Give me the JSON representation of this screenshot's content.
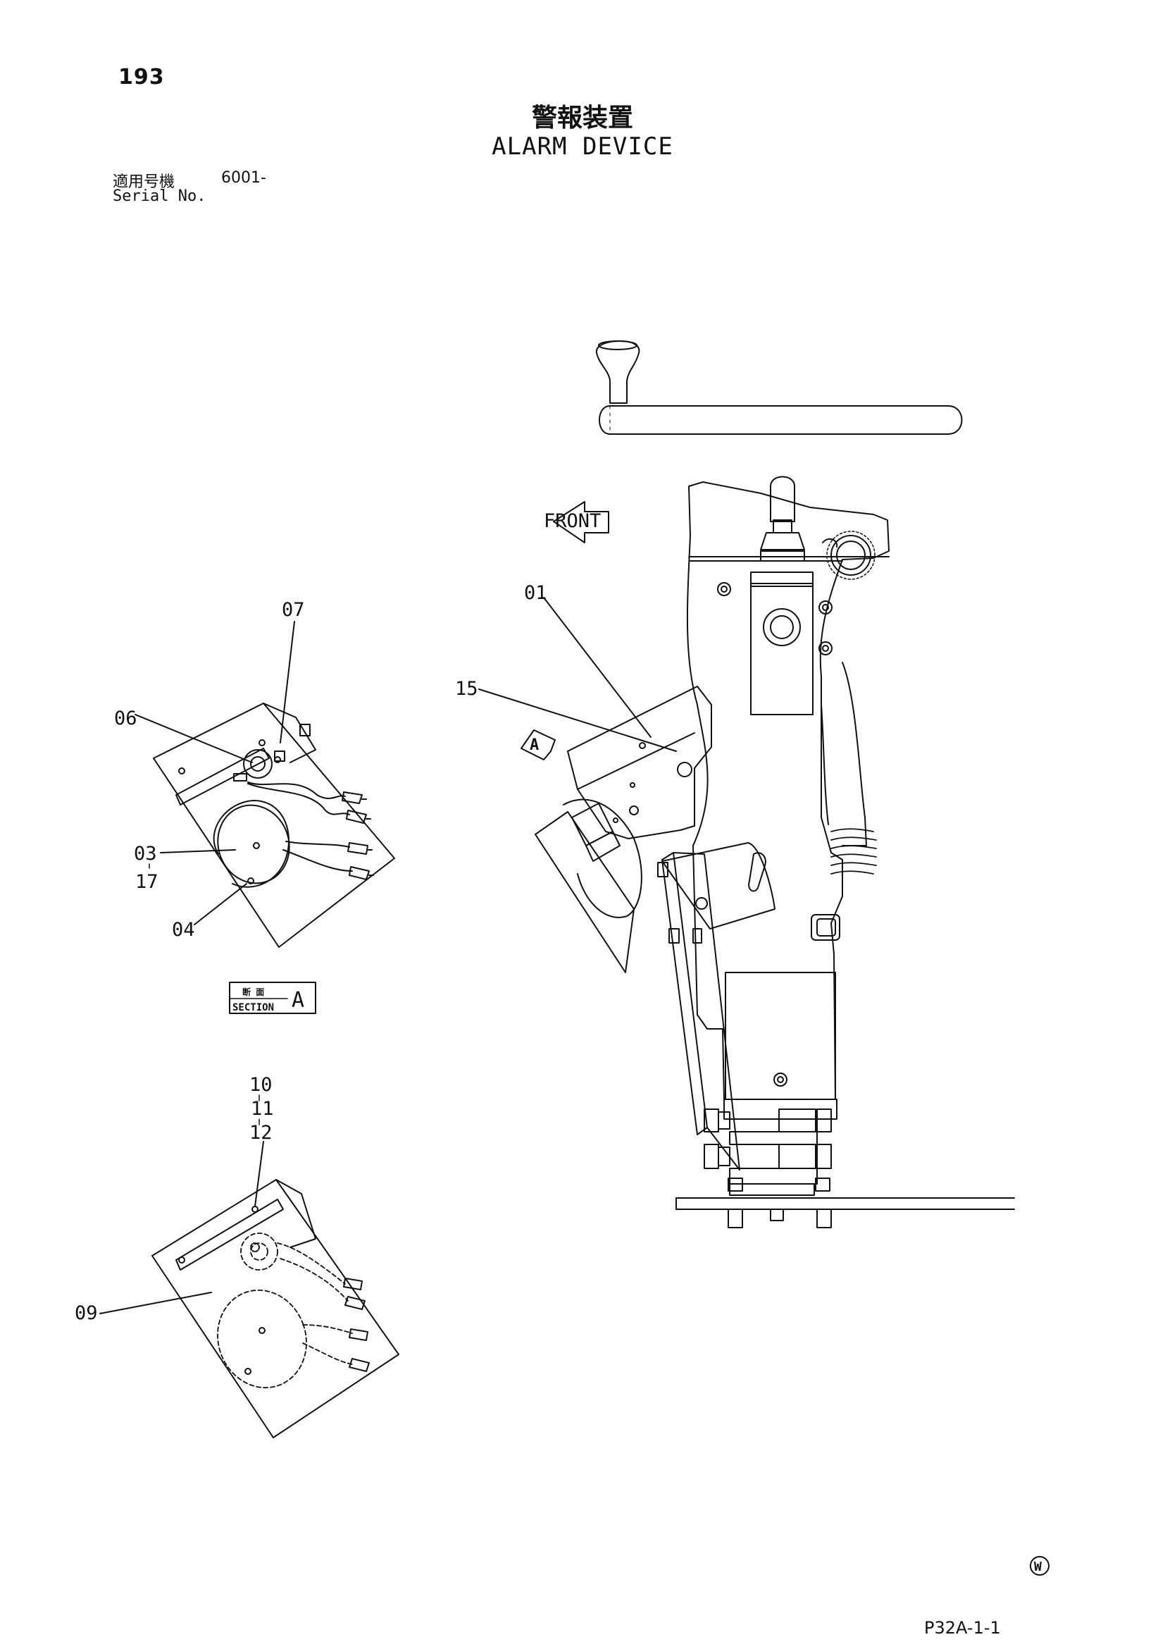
{
  "page_number": "193",
  "title_jp": "警報装置",
  "title_en": "ALARM DEVICE",
  "serial": {
    "label_jp": "適用号機",
    "label_en": "Serial No.",
    "value": "6001-"
  },
  "direction_label": "FRONT",
  "view_marker": "A",
  "section_tag": {
    "jp": "断 面",
    "en": "SECTION",
    "letter": "A"
  },
  "callouts": {
    "c01": "01",
    "c03": "03",
    "c04": "04",
    "c06": "06",
    "c07": "07",
    "c09": "09",
    "c10": "10",
    "c11": "11",
    "c12": "12",
    "c15": "15",
    "c17": "17"
  },
  "publisher_mark": "W",
  "footer_code": "P32A-1-1"
}
